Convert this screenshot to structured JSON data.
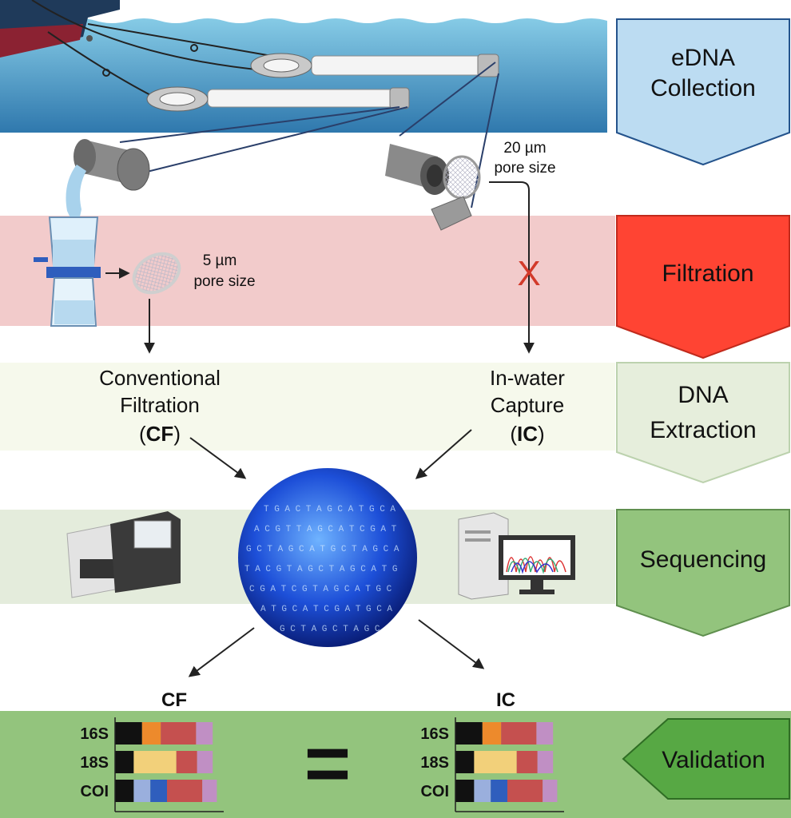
{
  "stages": {
    "collection_line1": "eDNA",
    "collection_line2": "Collection",
    "filtration": "Filtration",
    "extraction_line1": "DNA",
    "extraction_line2": "Extraction",
    "sequencing": "Sequencing",
    "validation": "Validation"
  },
  "filters": {
    "small_size": "5 µm",
    "small_label": "pore size",
    "large_size": "20 µm",
    "large_label": "pore size",
    "blocked_mark": "X"
  },
  "methods": {
    "cf_line1": "Conventional",
    "cf_line2": "Filtration",
    "cf_open": "(",
    "cf_abbr": "CF",
    "cf_close": ")",
    "ic_line1": "In-water",
    "ic_line2": "Capture",
    "ic_open": "(",
    "ic_abbr": "IC",
    "ic_close": ")"
  },
  "results": {
    "cf_title": "CF",
    "ic_title": "IC",
    "markers": [
      "16S",
      "18S",
      "COI"
    ],
    "equals": "="
  },
  "colors": {
    "water_top": "#7ec4e0",
    "water_bottom": "#2e7fb3",
    "filtration_band": "#f2cbcb",
    "extraction_band": "#f6f9ec",
    "sequencing_band": "#e4ecdc",
    "validation_band": "#93c47d",
    "collection_arrow": "#bcdcf2",
    "filtration_arrow": "#ff4433",
    "extraction_arrow": "#e6eedc",
    "sequencing_arrow": "#93c47d",
    "validation_arrow": "#57a844"
  },
  "chart_data": [
    {
      "type": "bar",
      "orientation": "horizontal-stacked",
      "title": "CF",
      "categories": [
        "16S",
        "18S",
        "COI"
      ],
      "segment_colors": [
        "#111111",
        "#f2b84b",
        "#9aafdd",
        "#2f5ebd",
        "#ed8a2c",
        "#c5504f",
        "#c08fc4"
      ],
      "rows": [
        {
          "name": "16S",
          "segments": [
            {
              "color": "#111111",
              "value": 0.26
            },
            {
              "color": "#ed8a2c",
              "value": 0.18
            },
            {
              "color": "#c5504f",
              "value": 0.34
            },
            {
              "color": "#c08fc4",
              "value": 0.16
            }
          ]
        },
        {
          "name": "18S",
          "segments": [
            {
              "color": "#111111",
              "value": 0.18
            },
            {
              "color": "#f2d07a",
              "value": 0.41
            },
            {
              "color": "#c5504f",
              "value": 0.2
            },
            {
              "color": "#c08fc4",
              "value": 0.15
            }
          ]
        },
        {
          "name": "COI",
          "segments": [
            {
              "color": "#111111",
              "value": 0.18
            },
            {
              "color": "#9aafdd",
              "value": 0.16
            },
            {
              "color": "#2f5ebd",
              "value": 0.16
            },
            {
              "color": "#c5504f",
              "value": 0.34
            },
            {
              "color": "#c08fc4",
              "value": 0.14
            }
          ]
        }
      ]
    },
    {
      "type": "bar",
      "orientation": "horizontal-stacked",
      "title": "IC",
      "categories": [
        "16S",
        "18S",
        "COI"
      ],
      "rows": [
        {
          "name": "16S",
          "segments": [
            {
              "color": "#111111",
              "value": 0.26
            },
            {
              "color": "#ed8a2c",
              "value": 0.18
            },
            {
              "color": "#c5504f",
              "value": 0.34
            },
            {
              "color": "#c08fc4",
              "value": 0.16
            }
          ]
        },
        {
          "name": "18S",
          "segments": [
            {
              "color": "#111111",
              "value": 0.18
            },
            {
              "color": "#f2d07a",
              "value": 0.41
            },
            {
              "color": "#c5504f",
              "value": 0.2
            },
            {
              "color": "#c08fc4",
              "value": 0.15
            }
          ]
        },
        {
          "name": "COI",
          "segments": [
            {
              "color": "#111111",
              "value": 0.18
            },
            {
              "color": "#9aafdd",
              "value": 0.16
            },
            {
              "color": "#2f5ebd",
              "value": 0.16
            },
            {
              "color": "#c5504f",
              "value": 0.34
            },
            {
              "color": "#c08fc4",
              "value": 0.14
            }
          ]
        }
      ]
    }
  ]
}
